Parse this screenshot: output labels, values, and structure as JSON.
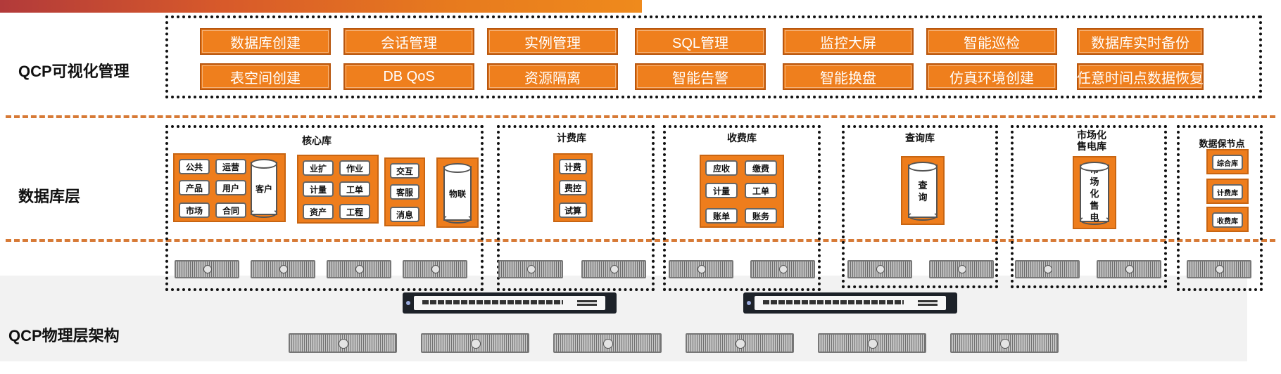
{
  "layers": {
    "management": "QCP可视化管理",
    "database": "数据库层",
    "physical": "QCP物理层架构"
  },
  "management_buttons": {
    "row1": [
      "数据库创建",
      "会话管理",
      "实例管理",
      "SQL管理",
      "监控大屏",
      "智能巡检",
      "数据库实时备份"
    ],
    "row2": [
      "表空间创建",
      "DB QoS",
      "资源隔离",
      "智能告警",
      "智能换盘",
      "仿真环境创建",
      "任意时间点数据恢复"
    ]
  },
  "db_groups": {
    "core": {
      "title": "核心库",
      "group_a": [
        "公共",
        "运营",
        "产品",
        "用户",
        "市场",
        "合同"
      ],
      "group_a_cyl": "客户",
      "group_b": [
        "业扩",
        "作业",
        "计量",
        "工单",
        "资产",
        "工程"
      ],
      "group_c": [
        "交互",
        "客服",
        "消息"
      ],
      "group_d_cyl": "物联"
    },
    "billing": {
      "title": "计费库",
      "items": [
        "计费",
        "费控",
        "试算"
      ]
    },
    "collection": {
      "title": "收费库",
      "items": [
        "应收",
        "缴费",
        "计量",
        "工单",
        "账单",
        "账务"
      ]
    },
    "query": {
      "title": "查询库",
      "cyl": [
        "查",
        "询"
      ]
    },
    "market": {
      "title_line1": "市场化",
      "title_line2": "售电库",
      "cyl": [
        "市",
        "场",
        "化",
        "售",
        "电"
      ]
    },
    "protect": {
      "title": "数据保节点",
      "items": [
        "综合库",
        "计费库",
        "收费库"
      ]
    }
  },
  "colors": {
    "accent_orange": "#ef7f1d",
    "dashed_divider": "#d77a36",
    "top_gradient_start": "#b23a3a",
    "top_gradient_end": "#ef8a1c"
  }
}
